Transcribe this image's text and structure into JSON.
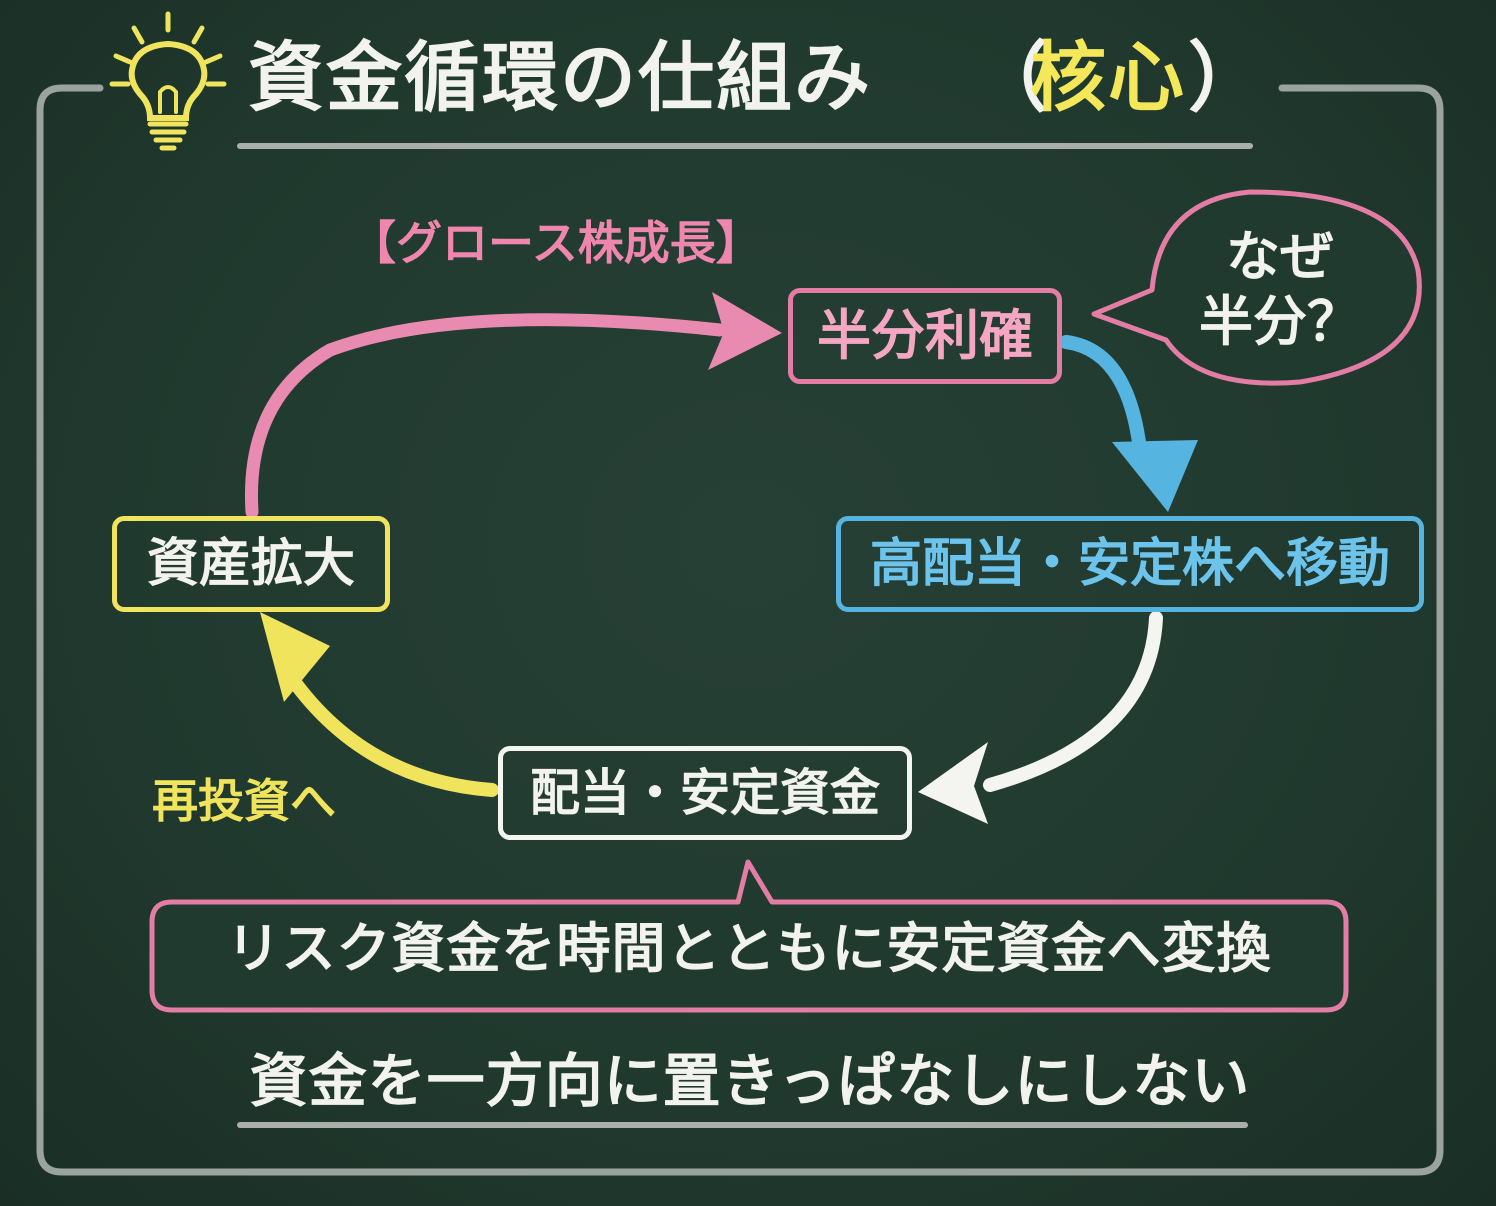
{
  "title": {
    "main": "資金循環の仕組み",
    "open_paren": "（",
    "accent": "核心",
    "close_paren": "）"
  },
  "cycle": {
    "growth_label": "【グロース株成長】",
    "half_profit": "半分利確",
    "why_bubble": "なぜ半分？",
    "move_to_stable": "高配当・安定株へ移動",
    "dividend_funds": "配当・安定資金",
    "reinvest_label": "再投資へ",
    "asset_expansion": "資産拡大"
  },
  "callout": "リスク資金を時間とともに安定資金へ変換",
  "footer": "資金を一方向に置きっぱなしにしない",
  "colors": {
    "board": "#213a2f",
    "chalk_white": "#f2f2ee",
    "pink": "#e47da6",
    "blue": "#56b4e0",
    "yellow": "#f0e45c",
    "frame_gray": "#9aa39e"
  },
  "icons": [
    "lightbulb-icon",
    "arrow-right-icon",
    "arrow-down-icon",
    "arrow-left-icon",
    "arrow-up-icon"
  ]
}
